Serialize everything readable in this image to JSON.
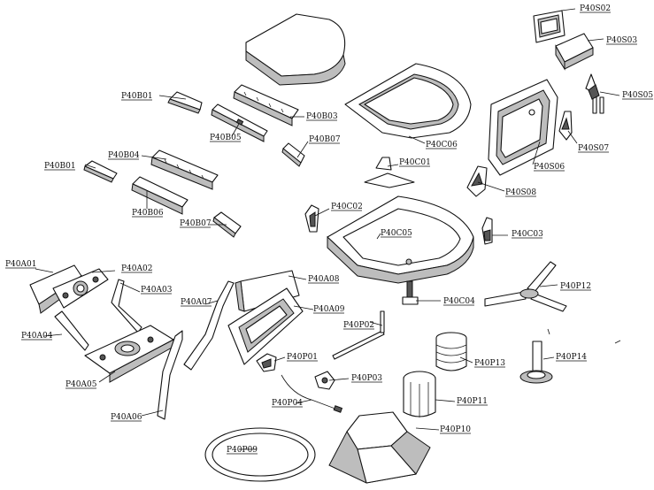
{
  "labels": {
    "p40s02": "P40S02",
    "p40s03": "P40S03",
    "p40s05": "P40S05",
    "p40s07": "P40S07",
    "p40s06": "P40S06",
    "p40s08": "P40S08",
    "p40b01a": "P40B01",
    "p40b03": "P40B03",
    "p40b05": "P40B05",
    "p40b07a": "P40B07",
    "p40b04": "P40B04",
    "p40b01b": "P40B01",
    "p40b06": "P40B06",
    "p40b07b": "P40B07",
    "p40c06": "P40C06",
    "p40c01": "P40C01",
    "p40c02": "P40C02",
    "p40c05": "P40C05",
    "p40c03": "P40C03",
    "p40c04": "P40C04",
    "p40p12": "P40P12",
    "p40a01": "P40A01",
    "p40a02": "P40A02",
    "p40a03": "P40A03",
    "p40a08": "P40A08",
    "p40a07": "P40A07",
    "p40a09": "P40A09",
    "p40a04": "P40A04",
    "p40a05": "P40A05",
    "p40a06": "P40A06",
    "p40p02": "P40P02",
    "p40p01": "P40P01",
    "p40p03": "P40P03",
    "p40p04": "P40P04",
    "p40p13": "P40P13",
    "p40p14": "P40P14",
    "p40p11": "P40P11",
    "p40p10": "P40P10",
    "p40p09": "P40P09"
  }
}
